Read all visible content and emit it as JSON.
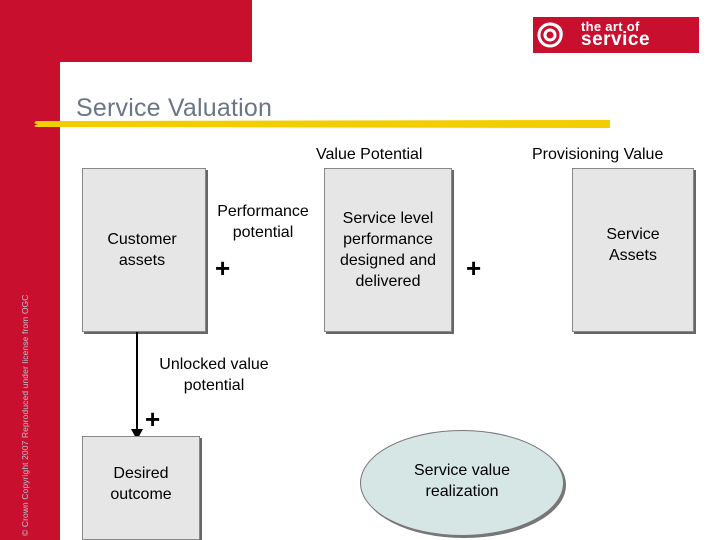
{
  "header": {
    "title": "Service Valuation",
    "copyright": "© Crown Copyright 2007 Reproduced under license from OGC",
    "logo_line1": "the art of",
    "logo_line2": "service",
    "brand_color": "#c8102e",
    "accent_color": "#f2cd00"
  },
  "diagram": {
    "heading_value_potential": "Value Potential",
    "heading_provisioning": "Provisioning Value",
    "customer_assets": [
      "Customer",
      "assets"
    ],
    "performance_potential": [
      "Performance",
      "potential"
    ],
    "service_level": [
      "Service level",
      "performance",
      "designed and",
      "delivered"
    ],
    "service_assets": [
      "Service",
      "Assets"
    ],
    "unlocked_value": [
      "Unlocked value",
      "potential"
    ],
    "desired_outcome": [
      "Desired",
      "outcome"
    ],
    "service_value_realization": [
      "Service value",
      "realization"
    ],
    "plus_sign": "+"
  }
}
